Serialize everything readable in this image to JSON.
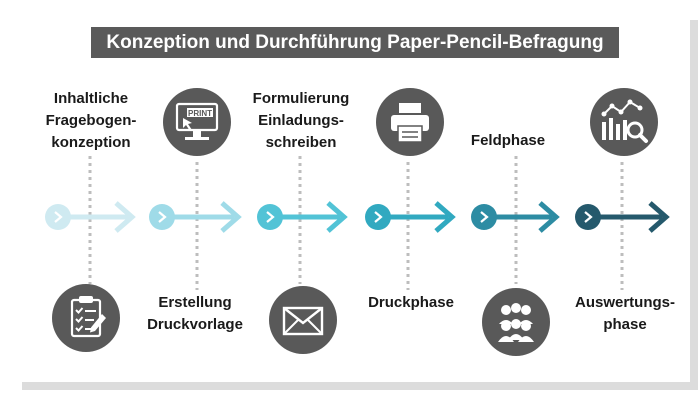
{
  "title": "Konzeption und Durchführung Paper-Pencil-Befragung",
  "colors": {
    "title_bg": "#5a5a5a",
    "icon_bg": "#595959",
    "connector": "#bdbdbd",
    "steps": [
      "#cfeaf1",
      "#9fdbe8",
      "#52c3d6",
      "#31a9c0",
      "#2d8ca3",
      "#25596c"
    ]
  },
  "steps": [
    {
      "label": "Inhaltliche\nFragebogen-\nkonzeption",
      "icon": "clipboard-checklist-icon",
      "label_position": "top"
    },
    {
      "label": "Erstellung\nDruckvorlage",
      "icon": "print-monitor-icon",
      "label_position": "bottom"
    },
    {
      "label": "Formulierung\nEinladungs-\nschreiben",
      "icon": "envelope-icon",
      "label_position": "top"
    },
    {
      "label": "Druckphase",
      "icon": "printer-icon",
      "label_position": "bottom"
    },
    {
      "label": "Feldphase",
      "icon": "people-group-icon",
      "label_position": "top"
    },
    {
      "label": "Auswertungs-\nphase",
      "icon": "chart-magnifier-icon",
      "label_position": "bottom"
    }
  ]
}
